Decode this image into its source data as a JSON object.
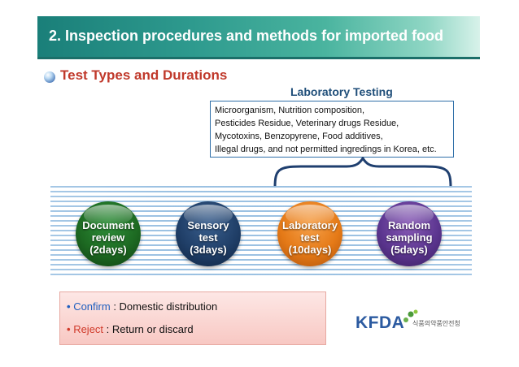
{
  "header": {
    "title": "2. Inspection procedures and methods for imported food"
  },
  "section": {
    "heading": "Test Types and Durations"
  },
  "lab_callout": {
    "title": "Laboratory Testing",
    "lines": [
      "Microorganism, Nutrition composition,",
      "Pesticides Residue, Veterinary drugs Residue,",
      "Mycotoxins, Benzopyrene, Food additives,",
      "Illegal drugs, and not permitted ingredings in Korea, etc."
    ]
  },
  "tests": [
    {
      "line1": "Document",
      "line2": "review",
      "line3": "(2days)",
      "color": "#1d6a22"
    },
    {
      "line1": "Sensory",
      "line2": "test",
      "line3": "(3days)",
      "color": "#203f68"
    },
    {
      "line1": "Laboratory",
      "line2": "test",
      "line3": "(10days)",
      "color": "#e57a17"
    },
    {
      "line1": "Random",
      "line2": "sampling",
      "line3": "(5days)",
      "color": "#5c3690"
    }
  ],
  "results": {
    "bullet": "•",
    "confirm": {
      "term": "Confirm",
      "desc": " : Domestic distribution"
    },
    "reject": {
      "term": "Reject",
      "desc": " : Return or discard"
    }
  },
  "logo": {
    "text": "KFDA",
    "korean": "식품의약품안전청"
  },
  "colors": {
    "title_bar": "#1a7f79",
    "heading": "#c0392b",
    "lab_title": "#1f4e79",
    "confirm": "#1f5fbf",
    "reject": "#d03a2a"
  }
}
